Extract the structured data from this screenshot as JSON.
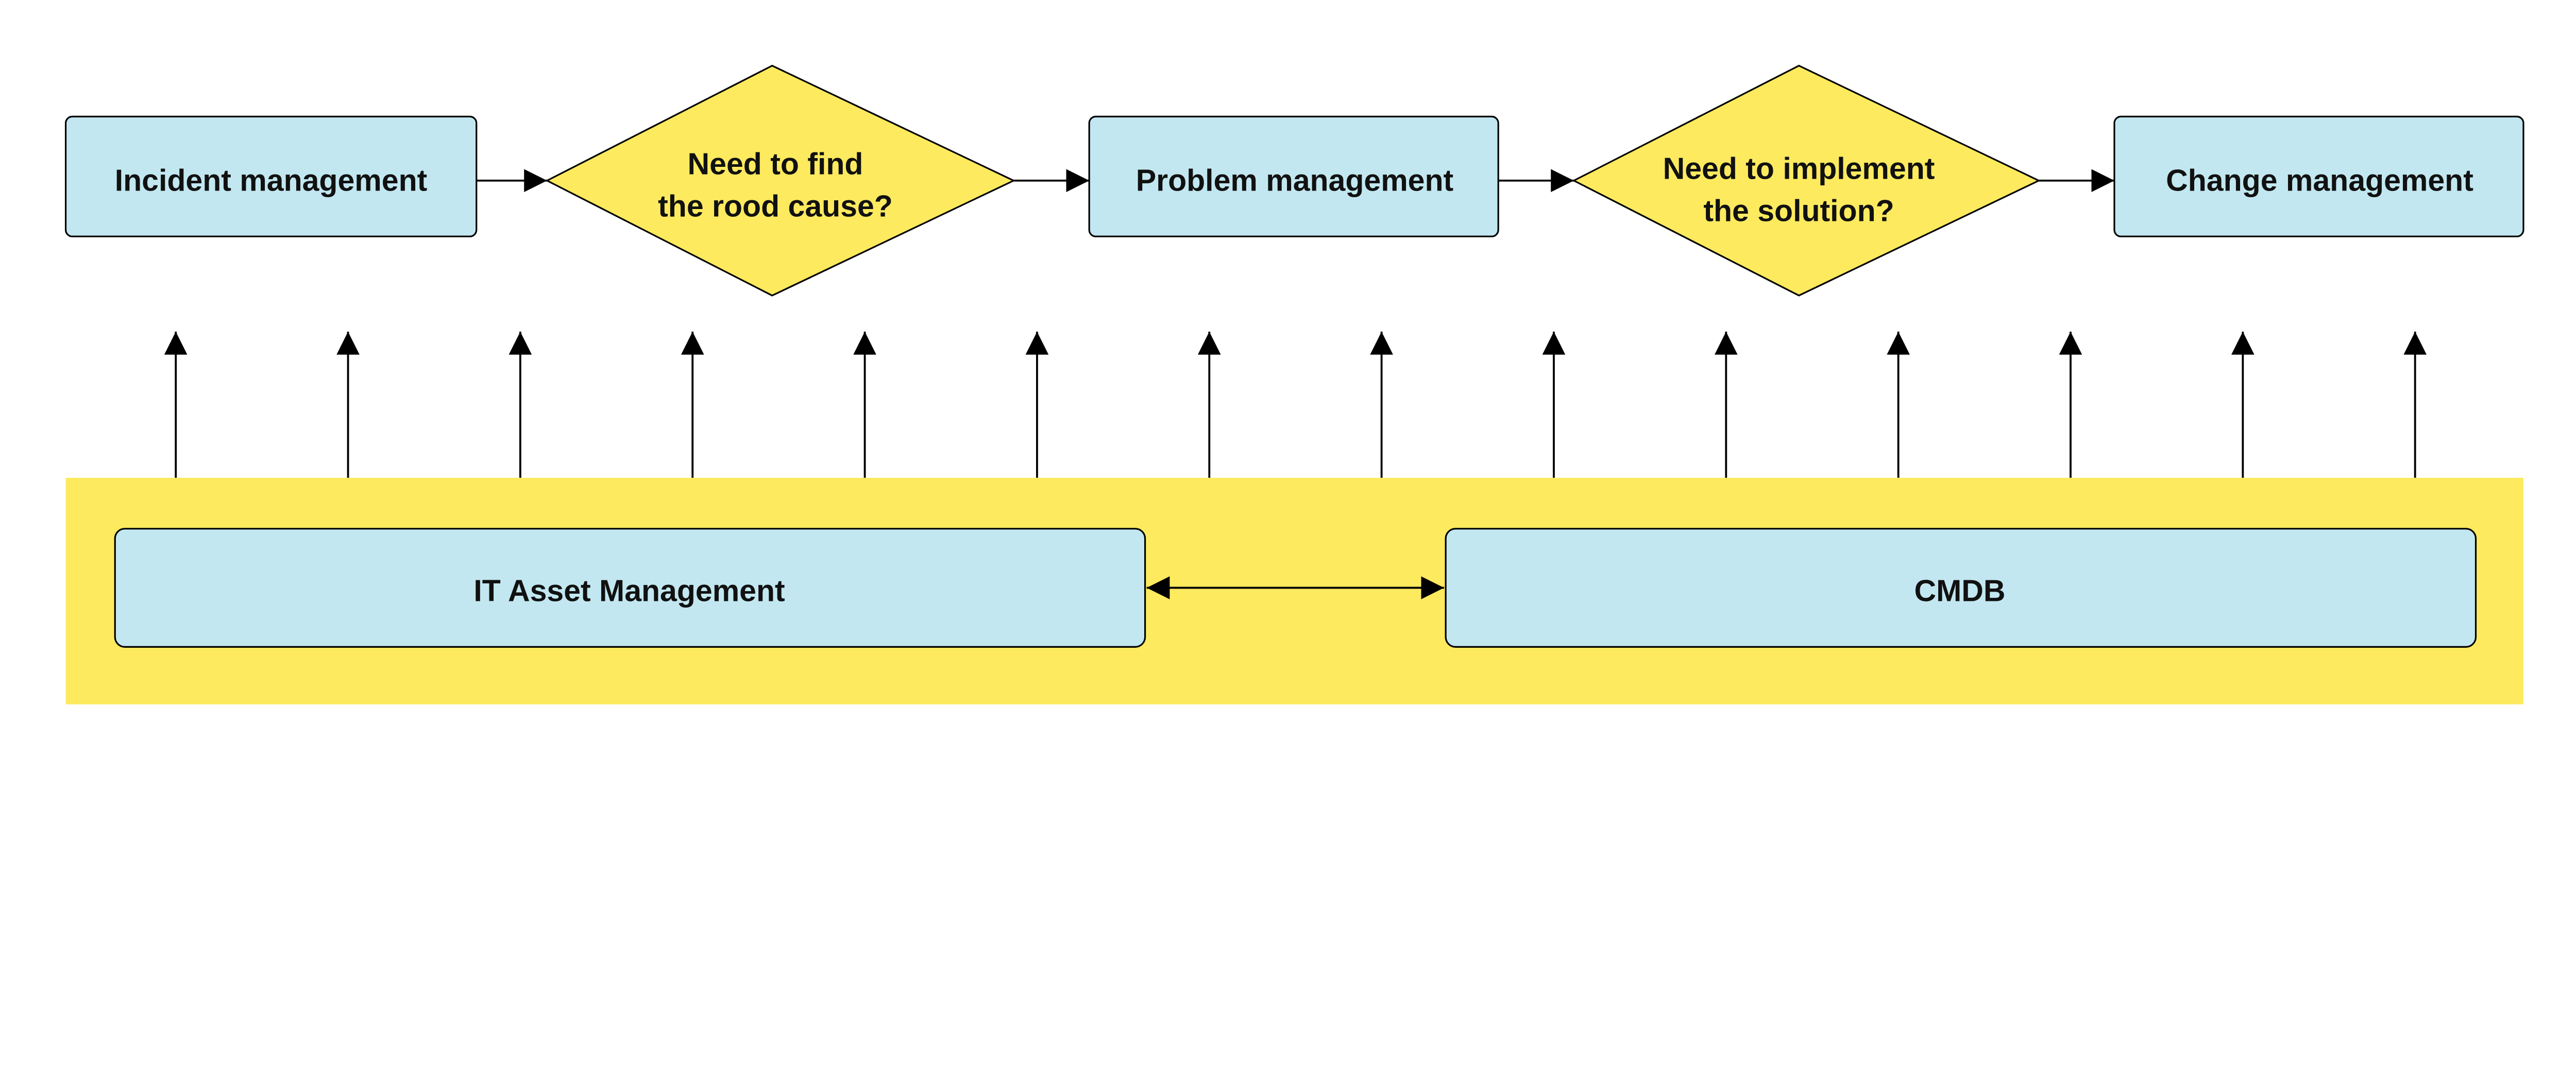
{
  "colors": {
    "box_fill": "#c2e7f0",
    "decision_fill": "#fdea5f",
    "band_fill": "#fdea5f",
    "stroke": "#000000"
  },
  "flow": {
    "incident": "Incident management",
    "decision1": [
      "Need to find",
      "the rood cause?"
    ],
    "problem": "Problem management",
    "decision2": [
      "Need to implement",
      "the solution?"
    ],
    "change": "Change management"
  },
  "foundation": {
    "asset": "IT Asset Management",
    "cmdb": "CMDB"
  }
}
